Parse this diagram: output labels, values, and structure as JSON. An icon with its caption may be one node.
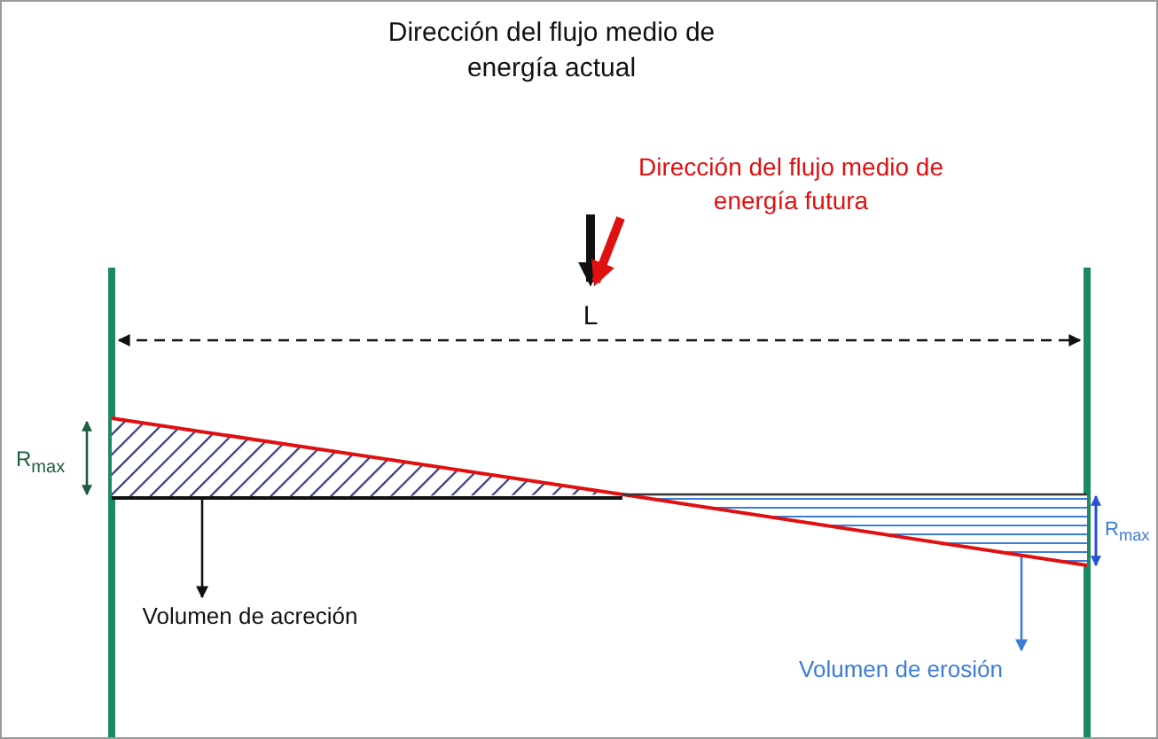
{
  "diagram": {
    "nodes": [
      {
        "text": [],
        "shape": "triangle"
      },
      {
        "text": [
          "Volumen de acreción"
        ]
      },
      {
        "text": [],
        "shape": "triangle"
      },
      {
        "text": [
          "Volumen de erosión"
        ]
      }
    ],
    "edges": [
      {
        "from": 0,
        "to": 1,
        "arrow": "to"
      },
      {
        "from": 2,
        "to": 3,
        "arrow": "to",
        "color": "#3b7dd8"
      }
    ],
    "labels": [
      "Dirección del flujo medio de energía actual",
      "Dirección del flujo medio de energía futura",
      "L",
      "R$_{max}$",
      "R$_{max}$"
    ]
  }
}
